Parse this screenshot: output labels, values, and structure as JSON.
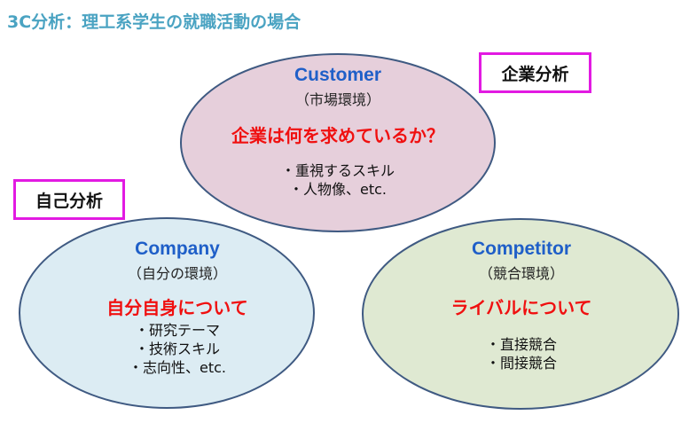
{
  "title": "3C分析：理工系学生の就職活動の場合",
  "colors": {
    "customer_fill": "#e6cfdb",
    "company_fill": "#dcecf3",
    "competitor_fill": "#dfe9d2",
    "outline": "#3f5a82",
    "tag_border": "#e21ae2"
  },
  "tags": {
    "company_analysis": "企業分析",
    "self_analysis": "自己分析"
  },
  "customer": {
    "name": "Customer",
    "sub": "（市場環境）",
    "question": "企業は何を求めているか？",
    "points": [
      "・重視するスキル",
      "・人物像、etc."
    ]
  },
  "company": {
    "name": "Company",
    "sub": "（自分の環境）",
    "question": "自分自身について",
    "points": [
      "・研究テーマ",
      "・技術スキル",
      "・志向性、etc."
    ]
  },
  "competitor": {
    "name": "Competitor",
    "sub": "（競合環境）",
    "question": "ライバルについて",
    "points": [
      "・直接競合",
      "・間接競合"
    ]
  }
}
